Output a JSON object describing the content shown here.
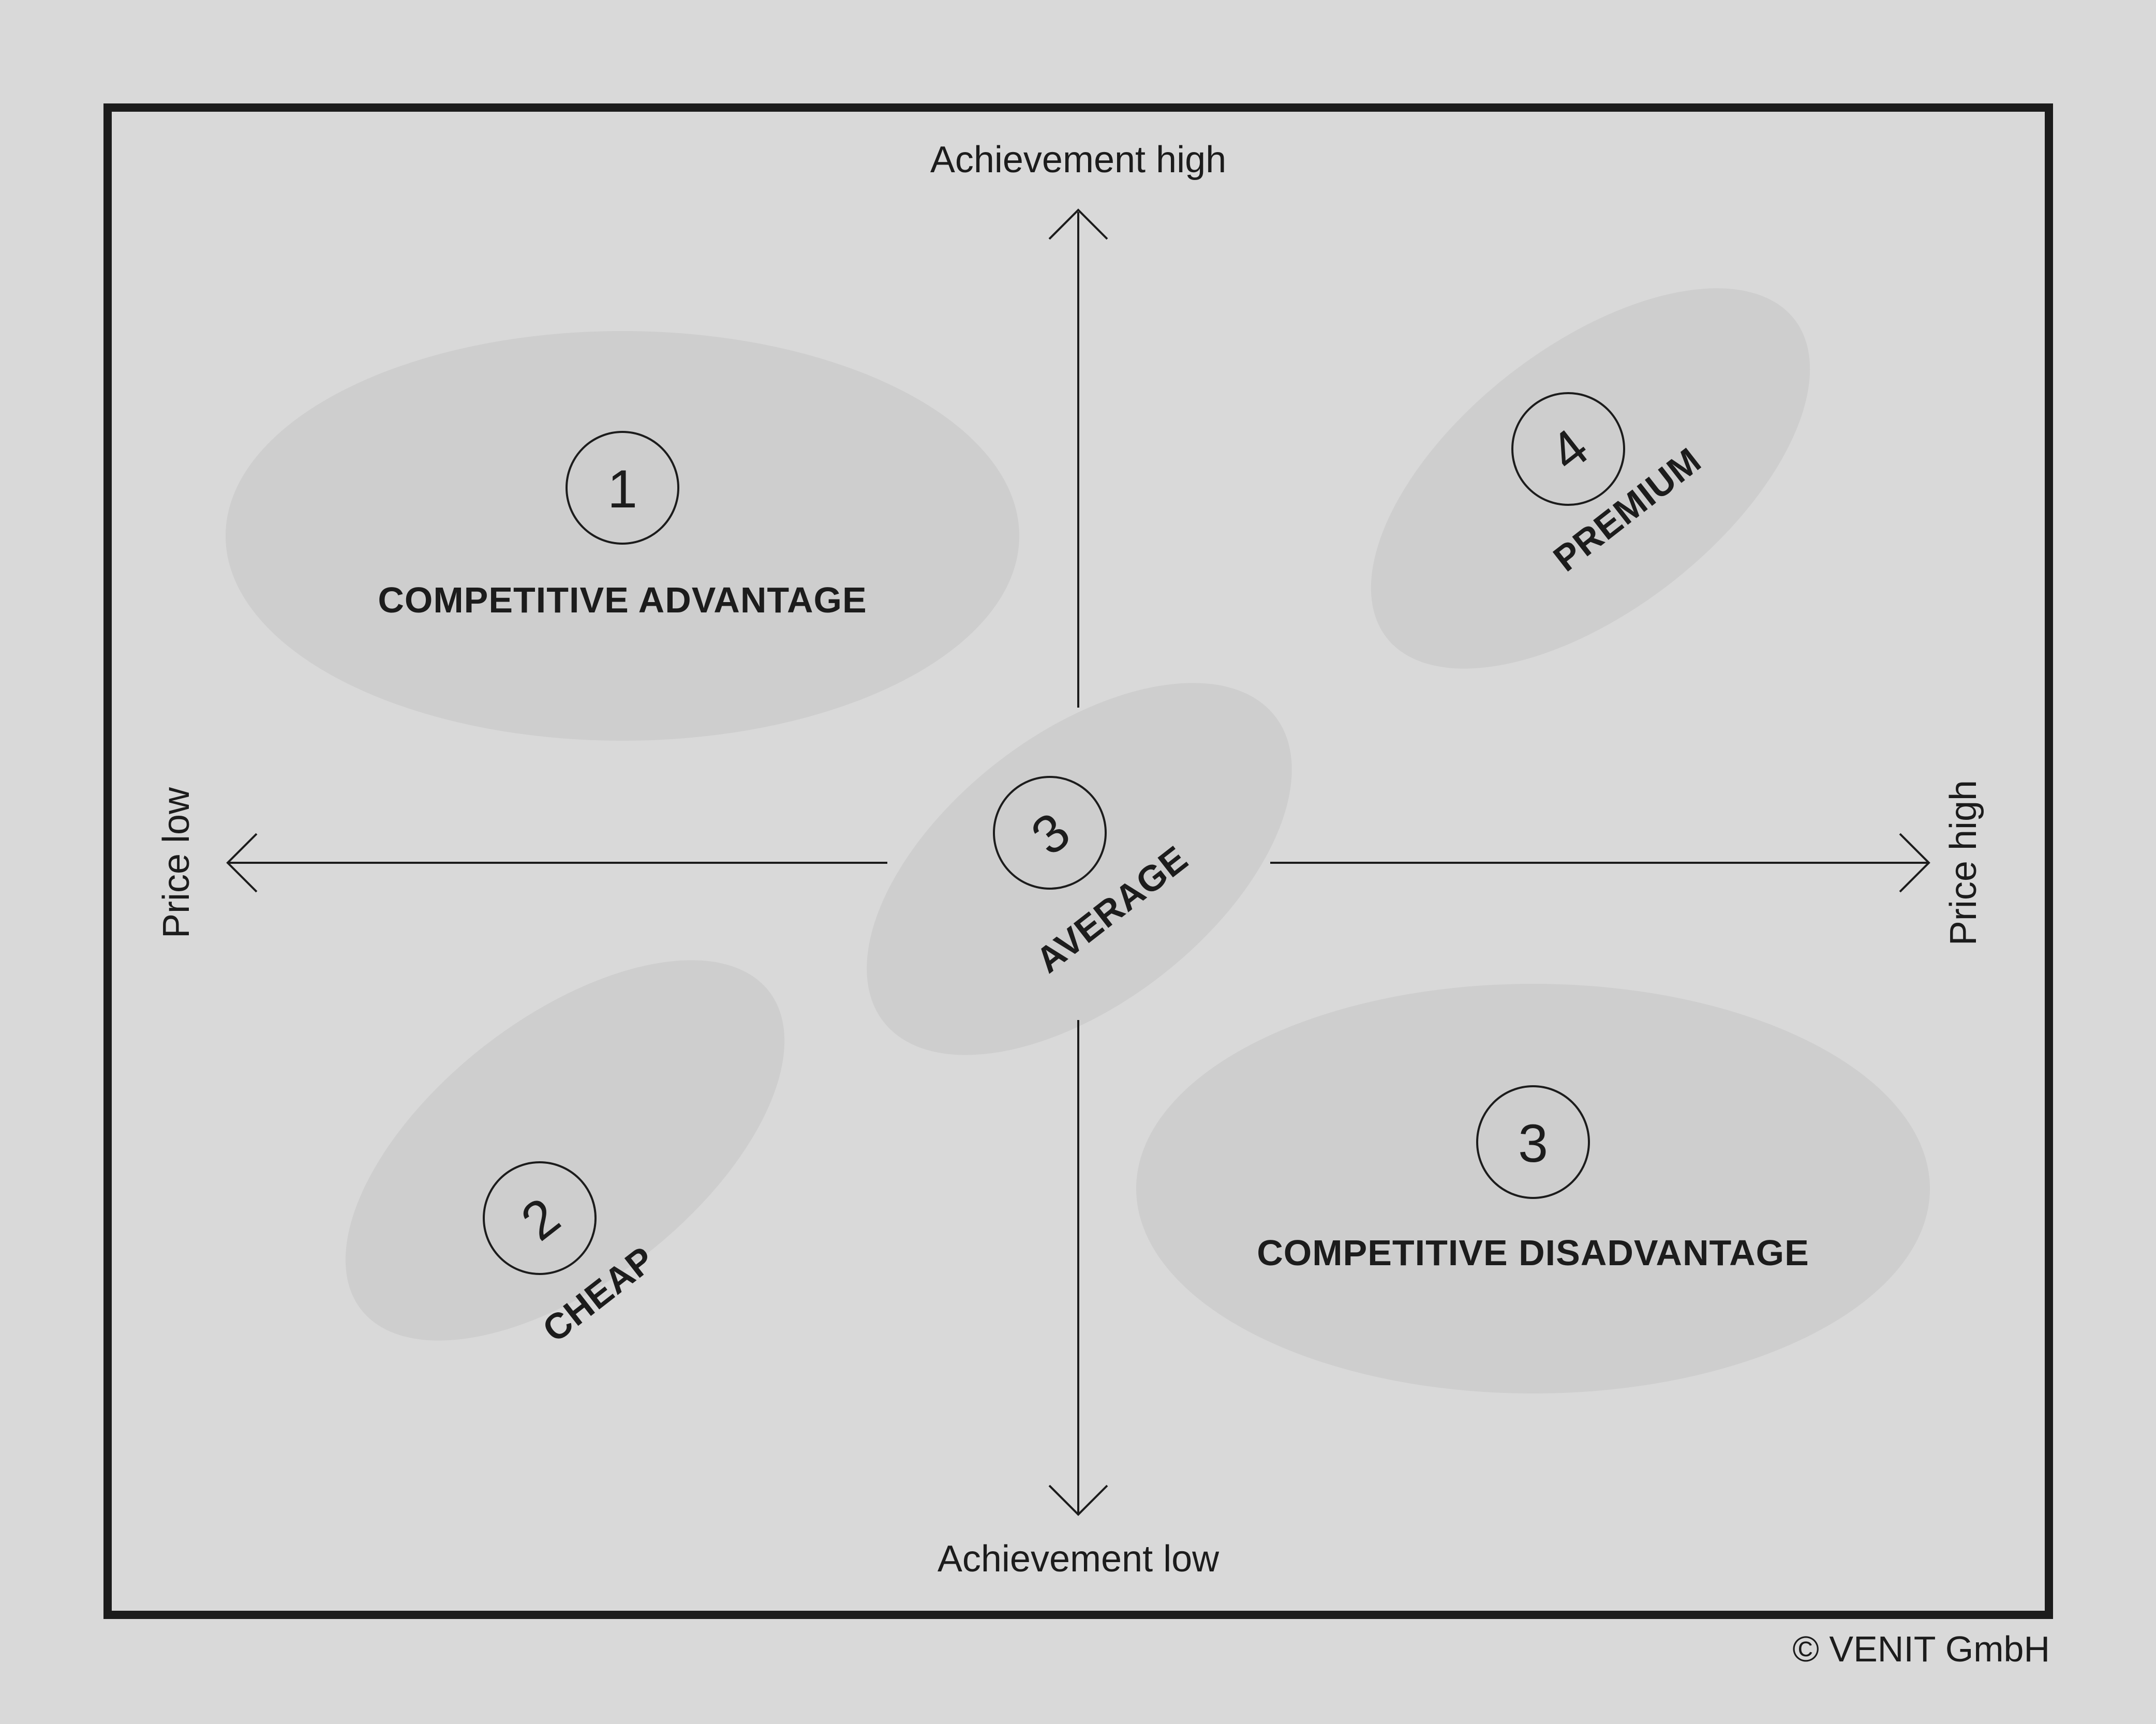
{
  "axes": {
    "top": "Achievement high",
    "bottom": "Achievement low",
    "left": "Price low",
    "right": "Price high"
  },
  "regions": {
    "competitive_advantage": {
      "number": "1",
      "label": "COMPETITIVE ADVANTAGE"
    },
    "cheap": {
      "number": "2",
      "label": "CHEAP"
    },
    "average": {
      "number": "3",
      "label": "AVERAGE"
    },
    "competitive_disadvantage": {
      "number": "3",
      "label": "COMPETITIVE DISADVANTAGE"
    },
    "premium": {
      "number": "4",
      "label": "PREMIUM"
    }
  },
  "copyright": "© VENIT GmbH",
  "colors": {
    "background": "#d9d9d9",
    "ellipse_fill": "#cbcbcb",
    "overlap_fill": "#a8a8a8",
    "line": "#1c1c1c"
  }
}
